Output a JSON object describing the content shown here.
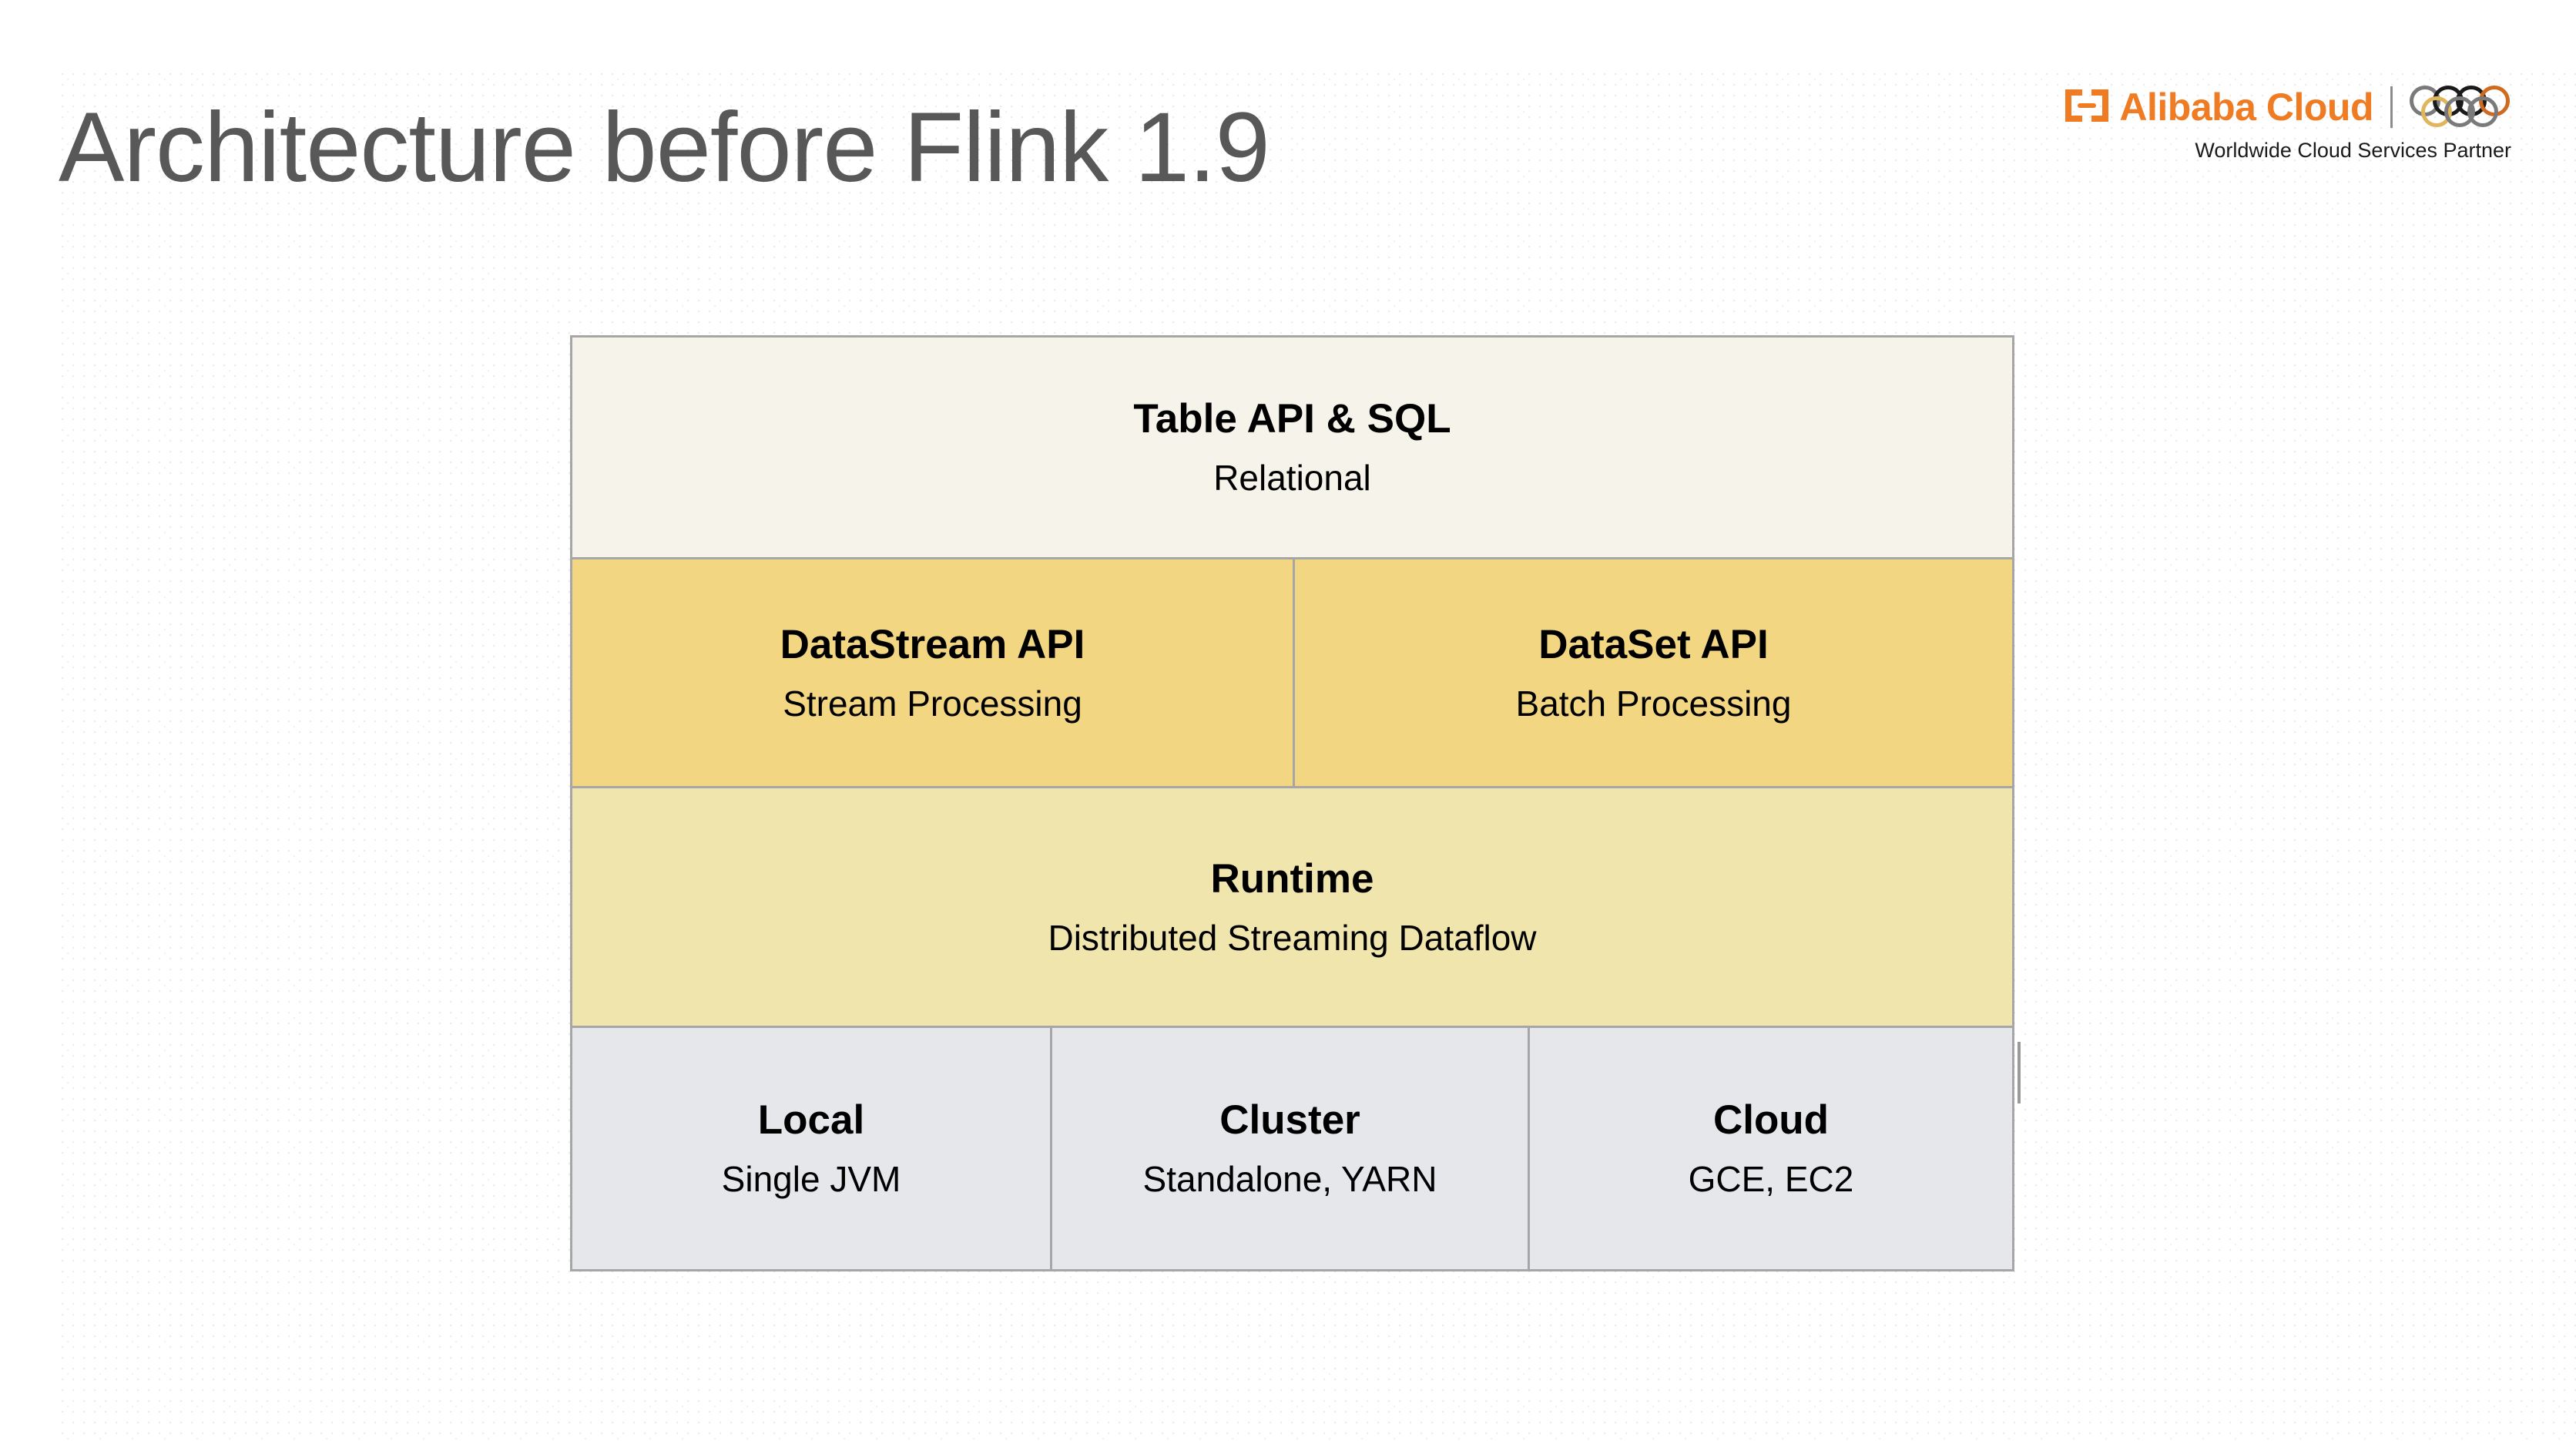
{
  "slide": {
    "title": "Architecture before Flink 1.9"
  },
  "logo": {
    "brand_icon": "alibaba-cloud-bracket-icon",
    "brand_name": "Alibaba Cloud",
    "separator": "|",
    "rings_icon": "olympic-rings-icon",
    "tagline": "Worldwide Cloud Services Partner",
    "brand_color": "#ef7b22"
  },
  "diagram": {
    "type": "layered-stack",
    "layers": [
      {
        "id": "table-layer",
        "background": "#f6f4ea",
        "cells": [
          {
            "heading": "Table API & SQL",
            "subtitle": "Relational"
          }
        ]
      },
      {
        "id": "api-layer",
        "background": "#f2d681",
        "cells": [
          {
            "heading": "DataStream API",
            "subtitle": "Stream Processing"
          },
          {
            "heading": "DataSet API",
            "subtitle": "Batch Processing"
          }
        ]
      },
      {
        "id": "runtime-layer",
        "background": "#efe5ad",
        "cells": [
          {
            "heading": "Runtime",
            "subtitle": "Distributed Streaming Dataflow"
          }
        ]
      },
      {
        "id": "deploy-layer",
        "background": "#e6e7eb",
        "cells": [
          {
            "heading": "Local",
            "subtitle": "Single JVM"
          },
          {
            "heading": "Cluster",
            "subtitle": "Standalone, YARN"
          },
          {
            "heading": "Cloud",
            "subtitle": "GCE, EC2"
          }
        ]
      }
    ]
  }
}
